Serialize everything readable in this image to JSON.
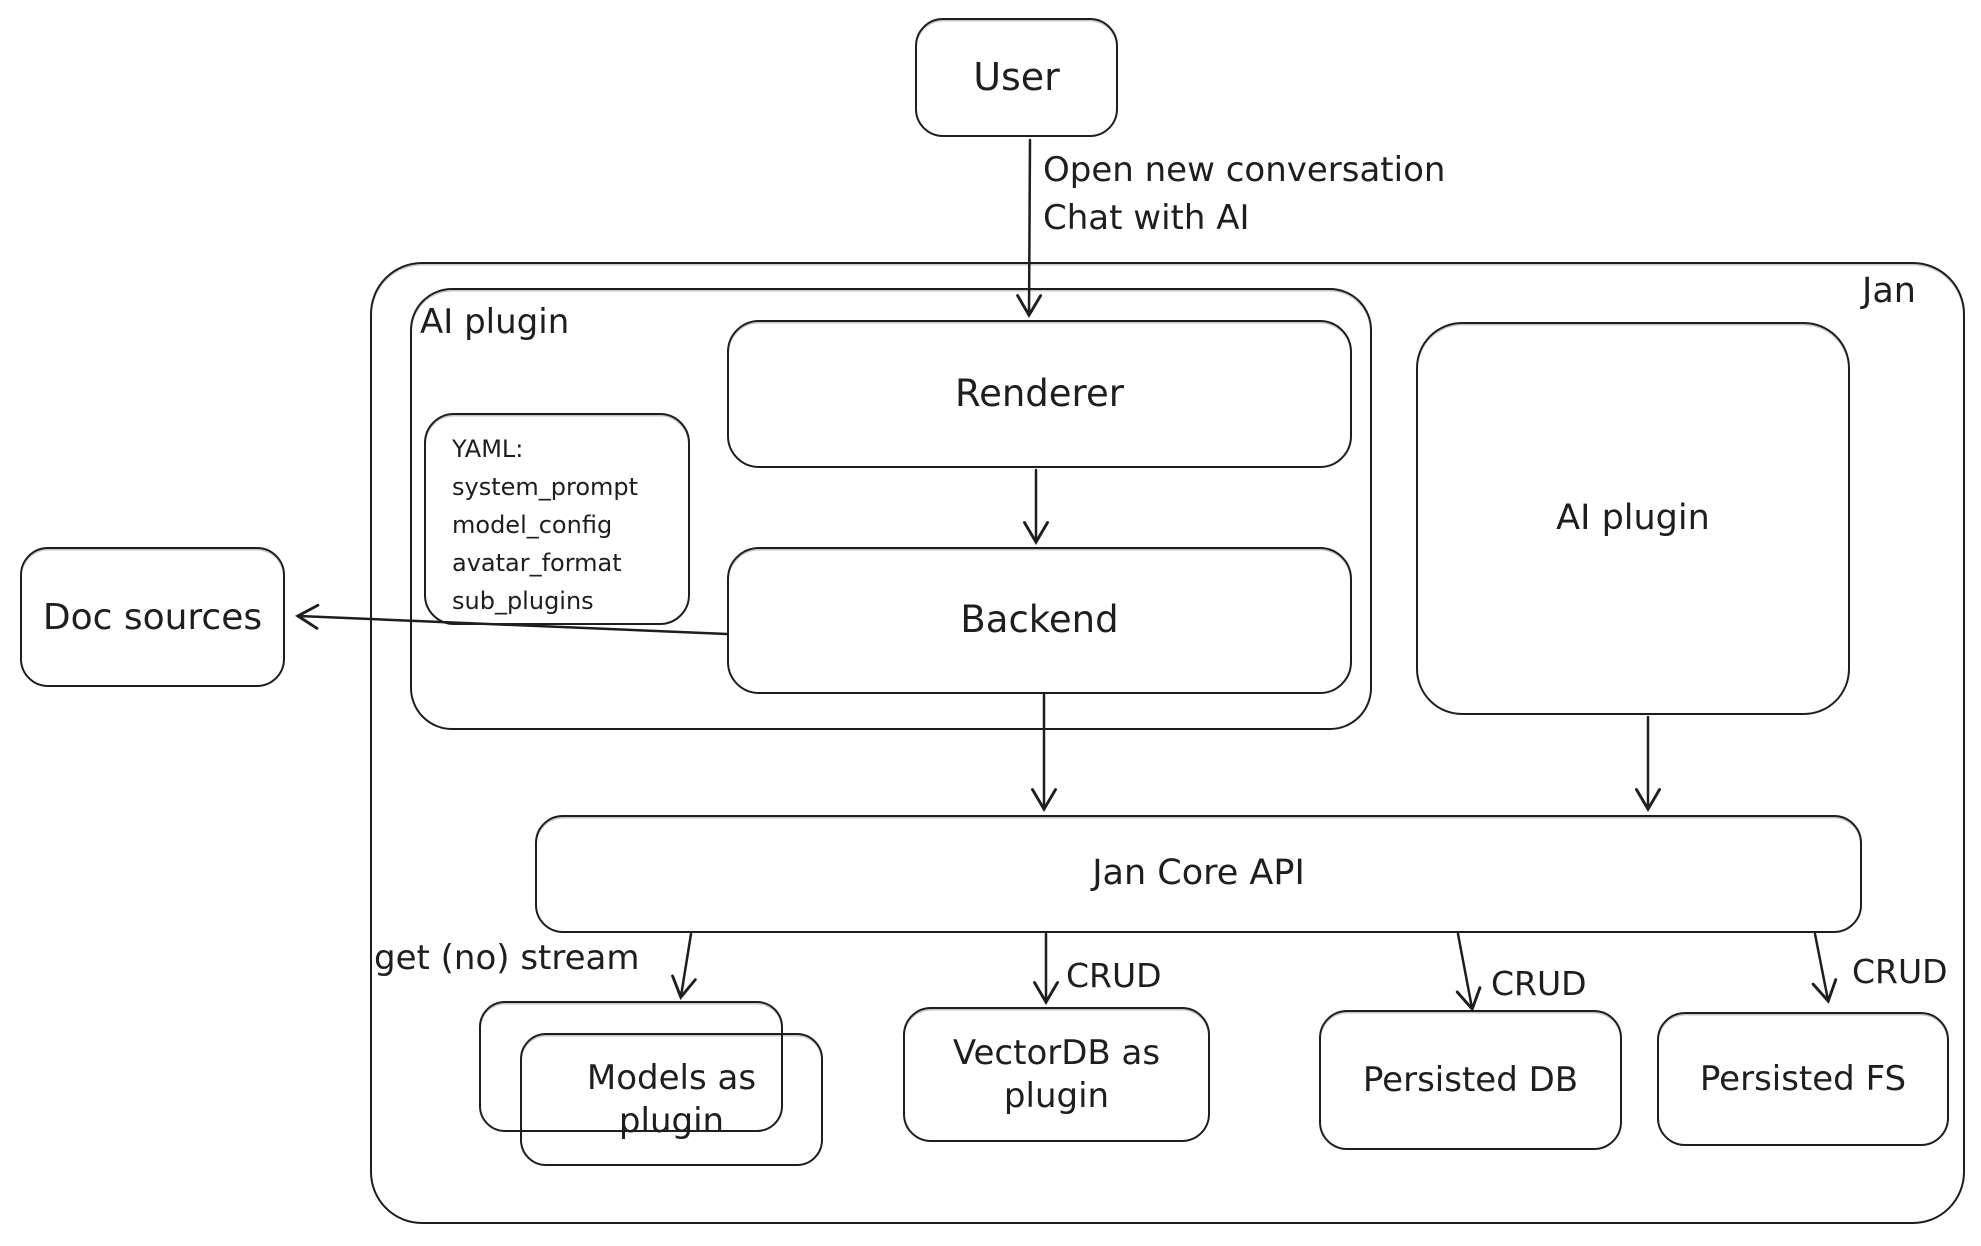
{
  "canvas": {
    "background": "#ffffff",
    "ink_color": "#1e1e1e"
  },
  "nodes": {
    "user": {
      "label": "User"
    },
    "jan": {
      "label": "Jan"
    },
    "ai_plugin_group": {
      "label": "AI plugin"
    },
    "renderer": {
      "label": "Renderer"
    },
    "backend": {
      "label": "Backend"
    },
    "ai_plugin_box": {
      "label": "AI plugin"
    },
    "doc_sources": {
      "label": "Doc sources"
    },
    "jan_core_api": {
      "label": "Jan Core API"
    },
    "models_plugin": {
      "label": "Models as plugin"
    },
    "vector_db": {
      "label": "VectorDB as plugin"
    },
    "persisted_db": {
      "label": "Persisted DB"
    },
    "persisted_fs": {
      "label": "Persisted FS"
    }
  },
  "yaml_note": {
    "title": "YAML:",
    "items": [
      "system_prompt",
      "model_config",
      "avatar_format",
      "sub_plugins"
    ]
  },
  "edge_labels": {
    "user_flow_line1": "Open new conversation",
    "user_flow_line2": "Chat with AI",
    "get_stream": "get (no) stream",
    "crud_vector": "CRUD",
    "crud_db": "CRUD",
    "crud_fs": "CRUD"
  }
}
